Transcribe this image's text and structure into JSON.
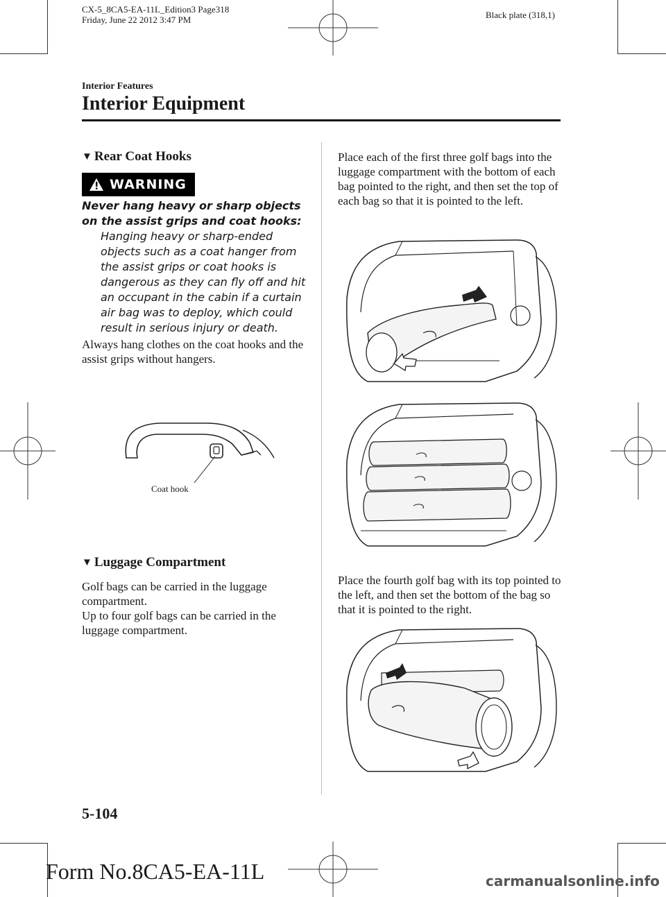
{
  "header": {
    "file_line": "CX-5_8CA5-EA-11L_Edition3 Page318",
    "date_line": "Friday, June 22 2012 3:47 PM",
    "plate": "Black plate (318,1)",
    "section": "Interior Features",
    "title": "Interior Equipment"
  },
  "left": {
    "rear_coat_hooks": {
      "heading": "Rear Coat Hooks",
      "warning_label": "WARNING",
      "warning_bold": "Never hang heavy or sharp objects on the assist grips and coat hooks:",
      "warning_body": "Hanging heavy or sharp-ended objects such as a coat hanger from the assist grips or coat hooks is dangerous as they can fly off and hit an occupant in the cabin if a curtain air bag was to deploy, which could result in serious injury or death.",
      "paragraph": "Always hang clothes on the coat hooks and the assist grips without hangers.",
      "figure_label": "Coat hook"
    },
    "luggage": {
      "heading": "Luggage Compartment",
      "paragraph1": "Golf bags can be carried in the luggage compartment.",
      "paragraph2": "Up to four golf bags can be carried in the luggage compartment."
    }
  },
  "right": {
    "paragraph1": "Place each of the first three golf bags into the luggage compartment with the bottom of each bag pointed to the right, and then set the top of each bag so that it is pointed to the left.",
    "paragraph2": "Place the fourth golf bag with its top pointed to the left, and then set the bottom of the bag so that it is pointed to the right."
  },
  "footer": {
    "page_number": "5-104",
    "form_number": "Form No.8CA5-EA-11L",
    "watermark": "carmanualsonline.info"
  }
}
